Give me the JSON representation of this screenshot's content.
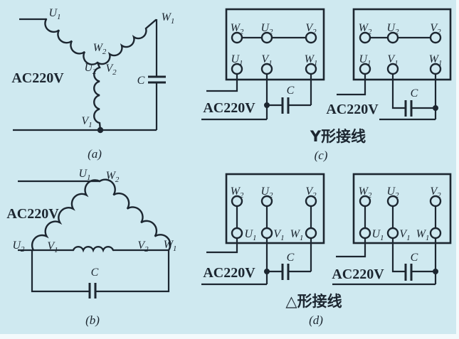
{
  "colors": {
    "bg": "#cfe9f0",
    "ink": "#1c2630",
    "edge": "#f3fafc"
  },
  "supply_label": "AC220V",
  "capacitor_label": "C",
  "terminals": {
    "u1": {
      "b": "U",
      "s": "1"
    },
    "u2": {
      "b": "U",
      "s": "2"
    },
    "v1": {
      "b": "V",
      "s": "1"
    },
    "v2": {
      "b": "V",
      "s": "2"
    },
    "w1": {
      "b": "W",
      "s": "1"
    },
    "w2": {
      "b": "W",
      "s": "2"
    }
  },
  "panels": {
    "a": {
      "caption": "(a)"
    },
    "b": {
      "caption": "(b)"
    },
    "c": {
      "caption": "(c)",
      "title": "Y形接线"
    },
    "d": {
      "caption": "(d)",
      "title": "△形接线"
    }
  }
}
